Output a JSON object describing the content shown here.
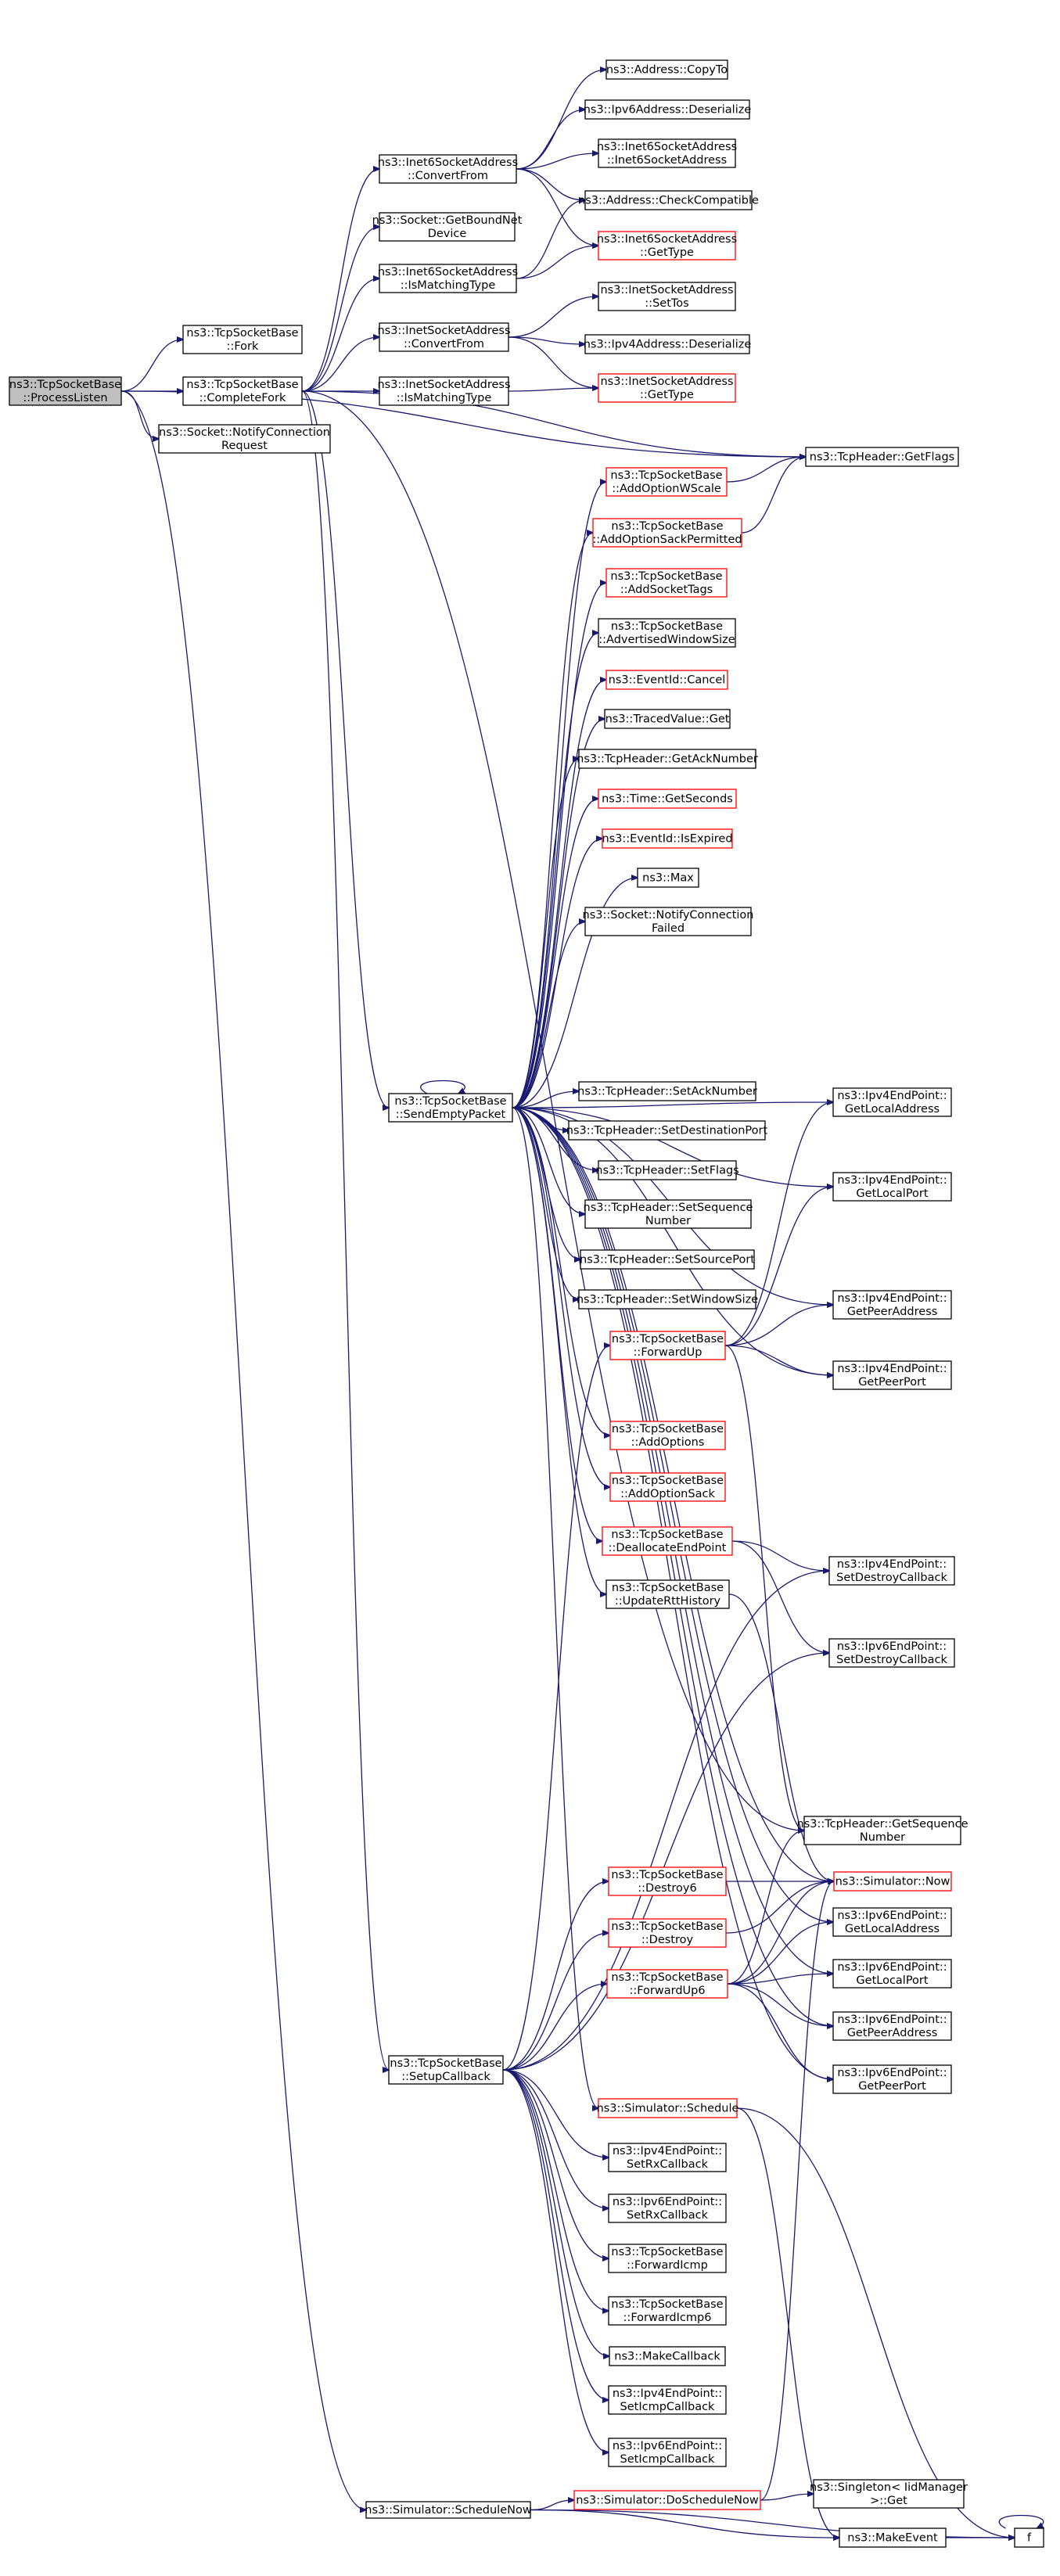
{
  "graph": {
    "root": "process_listen",
    "nodes": [
      {
        "id": "process_listen",
        "lines": [
          "ns3::TcpSocketBase",
          "::ProcessListen"
        ],
        "style": "root"
      },
      {
        "id": "fork",
        "lines": [
          "ns3::TcpSocketBase",
          "::Fork"
        ],
        "style": "normal"
      },
      {
        "id": "complete_fork",
        "lines": [
          "ns3::TcpSocketBase",
          "::CompleteFork"
        ],
        "style": "normal"
      },
      {
        "id": "notify_conn_req",
        "lines": [
          "ns3::Socket::NotifyConnection",
          "Request"
        ],
        "style": "normal"
      },
      {
        "id": "schedule_now",
        "lines": [
          "ns3::Simulator::ScheduleNow"
        ],
        "style": "normal"
      },
      {
        "id": "inet6_convert_from",
        "lines": [
          "ns3::Inet6SocketAddress",
          "::ConvertFrom"
        ],
        "style": "normal"
      },
      {
        "id": "get_bound_net_device",
        "lines": [
          "ns3::Socket::GetBoundNet",
          "Device"
        ],
        "style": "normal"
      },
      {
        "id": "inet6_is_matching",
        "lines": [
          "ns3::Inet6SocketAddress",
          "::IsMatchingType"
        ],
        "style": "normal"
      },
      {
        "id": "inet_convert_from",
        "lines": [
          "ns3::InetSocketAddress",
          "::ConvertFrom"
        ],
        "style": "normal"
      },
      {
        "id": "inet_is_matching",
        "lines": [
          "ns3::InetSocketAddress",
          "::IsMatchingType"
        ],
        "style": "normal"
      },
      {
        "id": "address_copy_to",
        "lines": [
          "ns3::Address::CopyTo"
        ],
        "style": "normal"
      },
      {
        "id": "ipv6addr_deserialize",
        "lines": [
          "ns3::Ipv6Address::Deserialize"
        ],
        "style": "normal"
      },
      {
        "id": "inet6_ctor",
        "lines": [
          "ns3::Inet6SocketAddress",
          "::Inet6SocketAddress"
        ],
        "style": "normal"
      },
      {
        "id": "address_check_compat",
        "lines": [
          "ns3::Address::CheckCompatible"
        ],
        "style": "normal"
      },
      {
        "id": "inet6_get_type",
        "lines": [
          "ns3::Inet6SocketAddress",
          "::GetType"
        ],
        "style": "red"
      },
      {
        "id": "inet_set_tos",
        "lines": [
          "ns3::InetSocketAddress",
          "::SetTos"
        ],
        "style": "normal"
      },
      {
        "id": "ipv4addr_deserialize",
        "lines": [
          "ns3::Ipv4Address::Deserialize"
        ],
        "style": "normal"
      },
      {
        "id": "inet_get_type",
        "lines": [
          "ns3::InetSocketAddress",
          "::GetType"
        ],
        "style": "red"
      },
      {
        "id": "tcph_get_flags",
        "lines": [
          "ns3::TcpHeader::GetFlags"
        ],
        "style": "normal"
      },
      {
        "id": "add_option_wscale",
        "lines": [
          "ns3::TcpSocketBase",
          "::AddOptionWScale"
        ],
        "style": "red"
      },
      {
        "id": "add_option_sack_perm",
        "lines": [
          "ns3::TcpSocketBase",
          "::AddOptionSackPermitted"
        ],
        "style": "red"
      },
      {
        "id": "add_socket_tags",
        "lines": [
          "ns3::TcpSocketBase",
          "::AddSocketTags"
        ],
        "style": "red"
      },
      {
        "id": "advertised_window",
        "lines": [
          "ns3::TcpSocketBase",
          "::AdvertisedWindowSize"
        ],
        "style": "normal"
      },
      {
        "id": "eventid_cancel",
        "lines": [
          "ns3::EventId::Cancel"
        ],
        "style": "red"
      },
      {
        "id": "traced_value_get",
        "lines": [
          "ns3::TracedValue::Get"
        ],
        "style": "normal"
      },
      {
        "id": "tcph_get_ack",
        "lines": [
          "ns3::TcpHeader::GetAckNumber"
        ],
        "style": "normal"
      },
      {
        "id": "time_get_seconds",
        "lines": [
          "ns3::Time::GetSeconds"
        ],
        "style": "red"
      },
      {
        "id": "eventid_is_expired",
        "lines": [
          "ns3::EventId::IsExpired"
        ],
        "style": "red"
      },
      {
        "id": "ns3_max",
        "lines": [
          "ns3::Max"
        ],
        "style": "normal"
      },
      {
        "id": "notify_conn_failed",
        "lines": [
          "ns3::Socket::NotifyConnection",
          "Failed"
        ],
        "style": "normal"
      },
      {
        "id": "send_empty_packet",
        "lines": [
          "ns3::TcpSocketBase",
          "::SendEmptyPacket"
        ],
        "style": "normal"
      },
      {
        "id": "tcph_set_ack",
        "lines": [
          "ns3::TcpHeader::SetAckNumber"
        ],
        "style": "normal"
      },
      {
        "id": "tcph_set_dest_port",
        "lines": [
          "ns3::TcpHeader::SetDestinationPort"
        ],
        "style": "normal"
      },
      {
        "id": "tcph_set_flags",
        "lines": [
          "ns3::TcpHeader::SetFlags"
        ],
        "style": "normal"
      },
      {
        "id": "tcph_set_seq",
        "lines": [
          "ns3::TcpHeader::SetSequence",
          "Number"
        ],
        "style": "normal"
      },
      {
        "id": "tcph_set_src_port",
        "lines": [
          "ns3::TcpHeader::SetSourcePort"
        ],
        "style": "normal"
      },
      {
        "id": "tcph_set_window",
        "lines": [
          "ns3::TcpHeader::SetWindowSize"
        ],
        "style": "normal"
      },
      {
        "id": "ipv4ep_get_local_addr",
        "lines": [
          "ns3::Ipv4EndPoint::",
          "GetLocalAddress"
        ],
        "style": "normal"
      },
      {
        "id": "ipv4ep_get_local_port",
        "lines": [
          "ns3::Ipv4EndPoint::",
          "GetLocalPort"
        ],
        "style": "normal"
      },
      {
        "id": "ipv4ep_get_peer_addr",
        "lines": [
          "ns3::Ipv4EndPoint::",
          "GetPeerAddress"
        ],
        "style": "normal"
      },
      {
        "id": "ipv4ep_get_peer_port",
        "lines": [
          "ns3::Ipv4EndPoint::",
          "GetPeerPort"
        ],
        "style": "normal"
      },
      {
        "id": "forward_up",
        "lines": [
          "ns3::TcpSocketBase",
          "::ForwardUp"
        ],
        "style": "red"
      },
      {
        "id": "add_options",
        "lines": [
          "ns3::TcpSocketBase",
          "::AddOptions"
        ],
        "style": "red"
      },
      {
        "id": "add_option_sack",
        "lines": [
          "ns3::TcpSocketBase",
          "::AddOptionSack"
        ],
        "style": "red"
      },
      {
        "id": "dealloc_endpoint",
        "lines": [
          "ns3::TcpSocketBase",
          "::DeallocateEndPoint"
        ],
        "style": "red"
      },
      {
        "id": "update_rtt_history",
        "lines": [
          "ns3::TcpSocketBase",
          "::UpdateRttHistory"
        ],
        "style": "normal"
      },
      {
        "id": "ipv4ep_set_destroy_cb",
        "lines": [
          "ns3::Ipv4EndPoint::",
          "SetDestroyCallback"
        ],
        "style": "normal"
      },
      {
        "id": "ipv6ep_set_destroy_cb",
        "lines": [
          "ns3::Ipv6EndPoint::",
          "SetDestroyCallback"
        ],
        "style": "normal"
      },
      {
        "id": "tcph_get_seq",
        "lines": [
          "ns3::TcpHeader::GetSequence",
          "Number"
        ],
        "style": "normal"
      },
      {
        "id": "destroy6",
        "lines": [
          "ns3::TcpSocketBase",
          "::Destroy6"
        ],
        "style": "red"
      },
      {
        "id": "simulator_now",
        "lines": [
          "ns3::Simulator::Now"
        ],
        "style": "red"
      },
      {
        "id": "destroy",
        "lines": [
          "ns3::TcpSocketBase",
          "::Destroy"
        ],
        "style": "red"
      },
      {
        "id": "ipv6ep_get_local_addr",
        "lines": [
          "ns3::Ipv6EndPoint::",
          "GetLocalAddress"
        ],
        "style": "normal"
      },
      {
        "id": "forward_up6",
        "lines": [
          "ns3::TcpSocketBase",
          "::ForwardUp6"
        ],
        "style": "red"
      },
      {
        "id": "ipv6ep_get_local_port",
        "lines": [
          "ns3::Ipv6EndPoint::",
          "GetLocalPort"
        ],
        "style": "normal"
      },
      {
        "id": "ipv6ep_get_peer_addr",
        "lines": [
          "ns3::Ipv6EndPoint::",
          "GetPeerAddress"
        ],
        "style": "normal"
      },
      {
        "id": "setup_callback",
        "lines": [
          "ns3::TcpSocketBase",
          "::SetupCallback"
        ],
        "style": "normal"
      },
      {
        "id": "ipv6ep_get_peer_port",
        "lines": [
          "ns3::Ipv6EndPoint::",
          "GetPeerPort"
        ],
        "style": "normal"
      },
      {
        "id": "simulator_schedule",
        "lines": [
          "ns3::Simulator::Schedule"
        ],
        "style": "red"
      },
      {
        "id": "ipv4ep_set_rx_cb",
        "lines": [
          "ns3::Ipv4EndPoint::",
          "SetRxCallback"
        ],
        "style": "normal"
      },
      {
        "id": "ipv6ep_set_rx_cb",
        "lines": [
          "ns3::Ipv6EndPoint::",
          "SetRxCallback"
        ],
        "style": "normal"
      },
      {
        "id": "forward_icmp",
        "lines": [
          "ns3::TcpSocketBase",
          "::ForwardIcmp"
        ],
        "style": "normal"
      },
      {
        "id": "forward_icmp6",
        "lines": [
          "ns3::TcpSocketBase",
          "::ForwardIcmp6"
        ],
        "style": "normal"
      },
      {
        "id": "make_callback",
        "lines": [
          "ns3::MakeCallback"
        ],
        "style": "normal"
      },
      {
        "id": "ipv4ep_set_icmp_cb",
        "lines": [
          "ns3::Ipv4EndPoint::",
          "SetIcmpCallback"
        ],
        "style": "normal"
      },
      {
        "id": "ipv6ep_set_icmp_cb",
        "lines": [
          "ns3::Ipv6EndPoint::",
          "SetIcmpCallback"
        ],
        "style": "normal"
      },
      {
        "id": "do_schedule_now",
        "lines": [
          "ns3::Simulator::DoScheduleNow"
        ],
        "style": "red"
      },
      {
        "id": "singleton_get",
        "lines": [
          "ns3::Singleton< IidManager",
          " >::Get"
        ],
        "style": "normal"
      },
      {
        "id": "make_event",
        "lines": [
          "ns3::MakeEvent"
        ],
        "style": "normal"
      },
      {
        "id": "f",
        "lines": [
          "f"
        ],
        "style": "normal"
      }
    ],
    "edges": [
      [
        "process_listen",
        "fork"
      ],
      [
        "process_listen",
        "complete_fork"
      ],
      [
        "process_listen",
        "notify_conn_req"
      ],
      [
        "process_listen",
        "schedule_now"
      ],
      [
        "process_listen",
        "tcph_get_flags"
      ],
      [
        "complete_fork",
        "inet6_convert_from"
      ],
      [
        "complete_fork",
        "get_bound_net_device"
      ],
      [
        "complete_fork",
        "inet6_is_matching"
      ],
      [
        "complete_fork",
        "inet_convert_from"
      ],
      [
        "complete_fork",
        "inet_is_matching"
      ],
      [
        "complete_fork",
        "tcph_get_flags"
      ],
      [
        "complete_fork",
        "send_empty_packet"
      ],
      [
        "complete_fork",
        "setup_callback"
      ],
      [
        "complete_fork",
        "tcph_get_seq"
      ],
      [
        "inet6_convert_from",
        "address_copy_to"
      ],
      [
        "inet6_convert_from",
        "ipv6addr_deserialize"
      ],
      [
        "inet6_convert_from",
        "inet6_ctor"
      ],
      [
        "inet6_convert_from",
        "address_check_compat"
      ],
      [
        "inet6_convert_from",
        "inet6_get_type"
      ],
      [
        "inet6_is_matching",
        "address_check_compat"
      ],
      [
        "inet6_is_matching",
        "inet6_get_type"
      ],
      [
        "inet_convert_from",
        "inet_set_tos"
      ],
      [
        "inet_convert_from",
        "ipv4addr_deserialize"
      ],
      [
        "inet_convert_from",
        "inet_get_type"
      ],
      [
        "inet_is_matching",
        "inet_get_type"
      ],
      [
        "add_option_wscale",
        "tcph_get_flags"
      ],
      [
        "add_option_sack_perm",
        "tcph_get_flags"
      ],
      [
        "send_empty_packet",
        "send_empty_packet"
      ],
      [
        "send_empty_packet",
        "add_option_wscale"
      ],
      [
        "send_empty_packet",
        "add_option_sack_perm"
      ],
      [
        "send_empty_packet",
        "add_socket_tags"
      ],
      [
        "send_empty_packet",
        "advertised_window"
      ],
      [
        "send_empty_packet",
        "eventid_cancel"
      ],
      [
        "send_empty_packet",
        "traced_value_get"
      ],
      [
        "send_empty_packet",
        "tcph_get_ack"
      ],
      [
        "send_empty_packet",
        "time_get_seconds"
      ],
      [
        "send_empty_packet",
        "eventid_is_expired"
      ],
      [
        "send_empty_packet",
        "ns3_max"
      ],
      [
        "send_empty_packet",
        "notify_conn_failed"
      ],
      [
        "send_empty_packet",
        "ipv4ep_get_local_addr"
      ],
      [
        "send_empty_packet",
        "ipv4ep_get_local_port"
      ],
      [
        "send_empty_packet",
        "ipv4ep_get_peer_addr"
      ],
      [
        "send_empty_packet",
        "tcph_set_ack"
      ],
      [
        "send_empty_packet",
        "tcph_set_dest_port"
      ],
      [
        "send_empty_packet",
        "tcph_set_flags"
      ],
      [
        "send_empty_packet",
        "tcph_set_seq"
      ],
      [
        "send_empty_packet",
        "tcph_set_src_port"
      ],
      [
        "send_empty_packet",
        "tcph_set_window"
      ],
      [
        "send_empty_packet",
        "add_options"
      ],
      [
        "send_empty_packet",
        "add_option_sack"
      ],
      [
        "send_empty_packet",
        "dealloc_endpoint"
      ],
      [
        "send_empty_packet",
        "update_rtt_history"
      ],
      [
        "send_empty_packet",
        "ipv4ep_get_peer_port"
      ],
      [
        "send_empty_packet",
        "simulator_now"
      ],
      [
        "send_empty_packet",
        "ipv6ep_get_local_addr"
      ],
      [
        "send_empty_packet",
        "ipv6ep_get_local_port"
      ],
      [
        "send_empty_packet",
        "ipv6ep_get_peer_addr"
      ],
      [
        "send_empty_packet",
        "ipv6ep_get_peer_port"
      ],
      [
        "send_empty_packet",
        "simulator_schedule"
      ],
      [
        "forward_up",
        "ipv4ep_get_local_addr"
      ],
      [
        "forward_up",
        "ipv4ep_get_local_port"
      ],
      [
        "forward_up",
        "ipv4ep_get_peer_addr"
      ],
      [
        "forward_up",
        "ipv4ep_get_peer_port"
      ],
      [
        "forward_up",
        "tcph_get_seq"
      ],
      [
        "dealloc_endpoint",
        "ipv4ep_set_destroy_cb"
      ],
      [
        "dealloc_endpoint",
        "ipv6ep_set_destroy_cb"
      ],
      [
        "update_rtt_history",
        "simulator_now"
      ],
      [
        "destroy6",
        "simulator_now"
      ],
      [
        "destroy",
        "simulator_now"
      ],
      [
        "forward_up6",
        "simulator_now"
      ],
      [
        "forward_up6",
        "ipv6ep_get_local_addr"
      ],
      [
        "forward_up6",
        "ipv6ep_get_local_port"
      ],
      [
        "forward_up6",
        "ipv6ep_get_peer_addr"
      ],
      [
        "forward_up6",
        "ipv6ep_get_peer_port"
      ],
      [
        "forward_up6",
        "tcph_get_seq"
      ],
      [
        "setup_callback",
        "forward_up"
      ],
      [
        "setup_callback",
        "ipv4ep_set_destroy_cb"
      ],
      [
        "setup_callback",
        "ipv6ep_set_destroy_cb"
      ],
      [
        "setup_callback",
        "destroy6"
      ],
      [
        "setup_callback",
        "destroy"
      ],
      [
        "setup_callback",
        "forward_up6"
      ],
      [
        "setup_callback",
        "ipv4ep_set_rx_cb"
      ],
      [
        "setup_callback",
        "ipv6ep_set_rx_cb"
      ],
      [
        "setup_callback",
        "forward_icmp"
      ],
      [
        "setup_callback",
        "forward_icmp6"
      ],
      [
        "setup_callback",
        "make_callback"
      ],
      [
        "setup_callback",
        "ipv4ep_set_icmp_cb"
      ],
      [
        "setup_callback",
        "ipv6ep_set_icmp_cb"
      ],
      [
        "simulator_schedule",
        "make_event"
      ],
      [
        "simulator_schedule",
        "f"
      ],
      [
        "schedule_now",
        "do_schedule_now"
      ],
      [
        "schedule_now",
        "make_event"
      ],
      [
        "schedule_now",
        "f"
      ],
      [
        "do_schedule_now",
        "singleton_get"
      ],
      [
        "do_schedule_now",
        "simulator_now"
      ],
      [
        "make_event",
        "f"
      ],
      [
        "f",
        "f"
      ]
    ]
  }
}
